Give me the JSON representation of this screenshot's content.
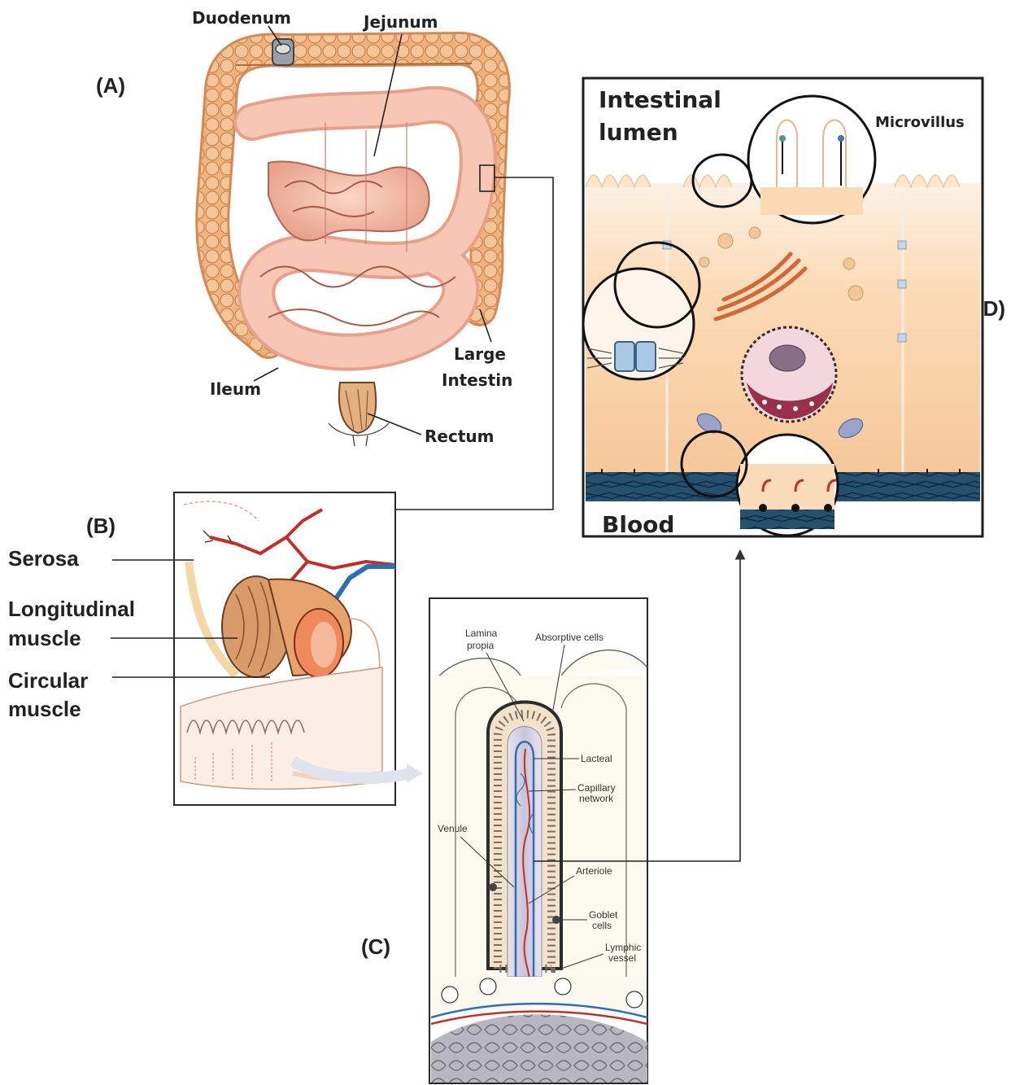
{
  "panels": {
    "a": {
      "tag": "(A)"
    },
    "b": {
      "tag": "(B)"
    },
    "c": {
      "tag": "(C)"
    },
    "d": {
      "tag": "(D)"
    }
  },
  "labels_a": {
    "duodenum": "Duodenum",
    "jejunum": "Jejunum",
    "ileum": "Ileum",
    "large_1": "Large",
    "large_2": "Intestin",
    "rectum": "Rectum"
  },
  "labels_b": {
    "serosa": "Serosa",
    "longitudinal_1": "Longitudinal",
    "longitudinal_2": "muscle",
    "circular_1": "Circular",
    "circular_2": "muscle"
  },
  "labels_c": {
    "lamina_1": "Lamina",
    "lamina_2": "propia",
    "absorptive": "Absorptive cells",
    "lacteal": "Lacteal",
    "capillary_1": "Capillary",
    "capillary_2": "network",
    "venule": "Venule",
    "arteriole": "Arteriole",
    "goblet_1": "Goblet",
    "goblet_2": "cells",
    "lymphic_1": "Lymphic",
    "lymphic_2": "vessel"
  },
  "labels_d": {
    "lumen_1": "Intestinal",
    "lumen_2": "lumen",
    "microvillus": "Microvillus",
    "blood": "Blood"
  },
  "colors": {
    "intestine_pink": "#f3b9a6",
    "colon_orange": "#f0b27c",
    "cell_peach": "#fad9b4",
    "artery_red": "#c0302a",
    "vein_blue": "#2d6fb3",
    "basement_navy": "#1f4460"
  }
}
